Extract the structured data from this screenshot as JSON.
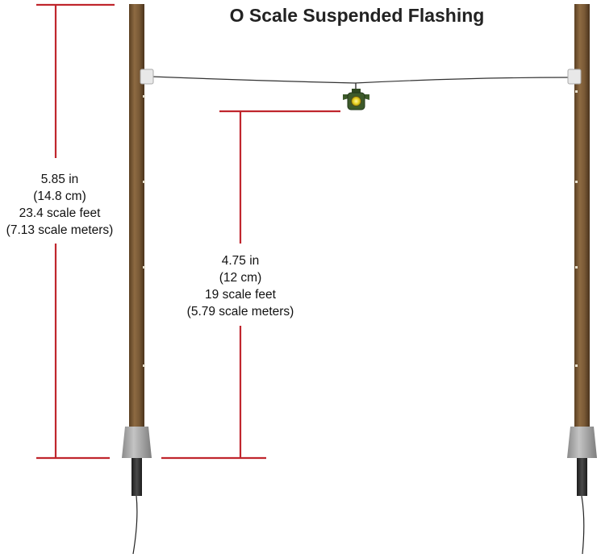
{
  "title": "O Scale Suspended Flashing",
  "dimensions": {
    "overall": {
      "inches": "5.85 in",
      "cm": "(14.8 cm)",
      "scale_feet": "23.4 scale feet",
      "scale_meters": "(7.13 scale meters)"
    },
    "signal_height": {
      "inches": "4.75 in",
      "cm": "(12 cm)",
      "scale_feet": "19 scale feet",
      "scale_meters": "(5.79 scale meters)"
    }
  },
  "colors": {
    "dimension_line": "#c0262d",
    "pole_wood": "#7a5a36",
    "pole_shadow": "#4e3820",
    "base_gray": "#9a9a9a",
    "signal_green": "#3d5a2a",
    "signal_lamp": "#e8d020"
  }
}
